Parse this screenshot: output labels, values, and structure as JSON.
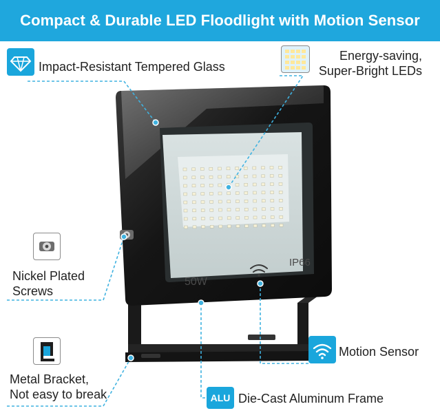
{
  "banner": {
    "title": "Compact & Durable LED Floodlight with Motion Sensor",
    "background": "#1fa7dd"
  },
  "product": {
    "wattage_label": "50W",
    "rating_label": "IP66"
  },
  "callouts": {
    "glass": {
      "label": "Impact-Resistant Tempered Glass",
      "icon": "diamond-icon"
    },
    "leds": {
      "line1": "Energy-saving,",
      "line2": "Super-Bright LEDs",
      "icon": "led-grid-icon"
    },
    "screws": {
      "line1": "Nickel Plated",
      "line2": "Screws",
      "icon": "screw-icon"
    },
    "bracket": {
      "line1": "Metal Bracket,",
      "line2": "Not easy to break",
      "icon": "bracket-icon"
    },
    "sensor": {
      "label": "Motion Sensor",
      "icon": "wifi-sensor-icon"
    },
    "frame": {
      "label": "Die-Cast Aluminum Frame",
      "badge": "ALU"
    }
  },
  "colors": {
    "accent": "#1fa7dd",
    "callout_line": "#3fb2e0",
    "housing": "#1c1c1c"
  }
}
